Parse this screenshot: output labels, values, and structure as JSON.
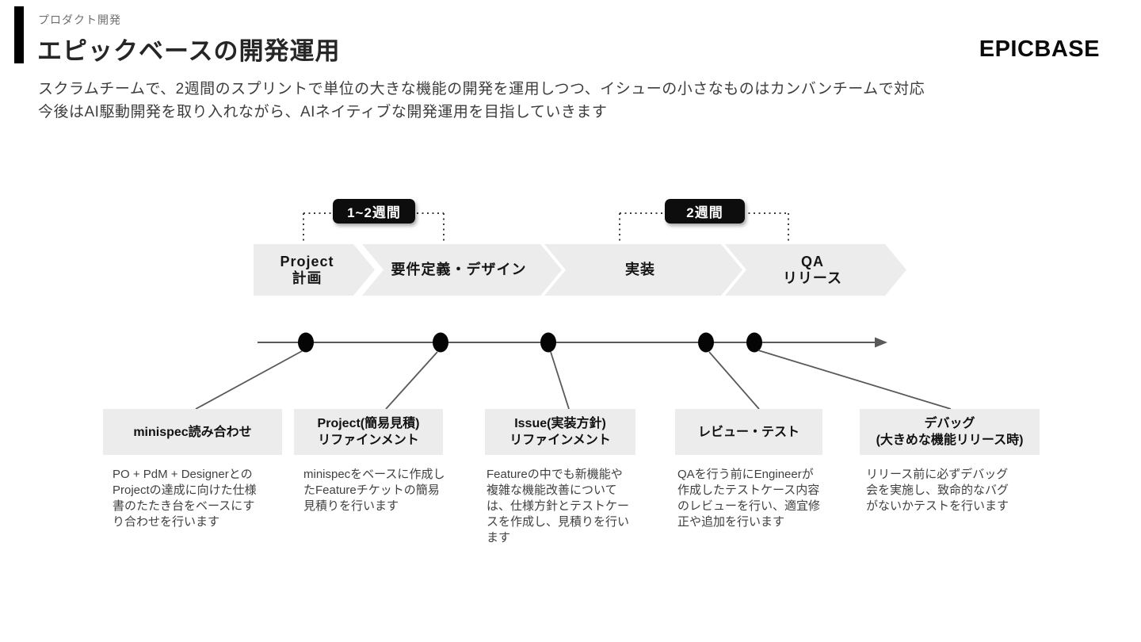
{
  "slide": {
    "eyebrow": "プロダクト開発",
    "title": "エピックベースの開発運用",
    "logo": "EPICBASE",
    "subtitle": "スクラムチームで、2週間のスプリントで単位の大きな機能の開発を運用しつつ、イシューの小さなものはカンバンチームで対応\n今後はAI駆動開発を取り入れながら、AIネイティブな開発運用を目指していきます"
  },
  "process": {
    "stages": [
      {
        "label": "Project\n計画"
      },
      {
        "label": "要件定義・デザイン"
      },
      {
        "label": "実装"
      },
      {
        "label": "QA\nリリース"
      }
    ],
    "duration_badges": [
      {
        "label": "1~2週間"
      },
      {
        "label": "2週間"
      }
    ]
  },
  "milestones": [
    {
      "title": "minispec読み合わせ",
      "description": "PO + PdM + Designerとの\nProjectの達成に向けた仕様\n書のたたき台をベースにす\nり合わせを行います"
    },
    {
      "title": "Project(簡易見積)\nリファインメント",
      "description": "minispecをベースに作成し\nたFeatureチケットの簡易\n見積りを行います"
    },
    {
      "title": "Issue(実装方針)\nリファインメント",
      "description": "Featureの中でも新機能や\n複雑な機能改善について\nは、仕様方針とテストケー\nスを作成し、見積りを行い\nます"
    },
    {
      "title": "レビュー・テスト",
      "description": "QAを行う前にEngineerが\n作成したテストケース内容\nのレビューを行い、適宜修\n正や追加を行います"
    },
    {
      "title": "デバッグ\n(大きめな機能リリース時)",
      "description": "リリース前に必ずデバッグ\n会を実施し、致命的なバグ\nがないかテストを行います"
    }
  ],
  "colors": {
    "stage_fill": "#ececec",
    "badge_bg": "#0d0d0d",
    "badge_text": "#ffffff",
    "line": "#595959",
    "dotted_line": "#3c3c3c",
    "dot": "#050505",
    "title_text": "#262626",
    "body_text": "#404040"
  }
}
